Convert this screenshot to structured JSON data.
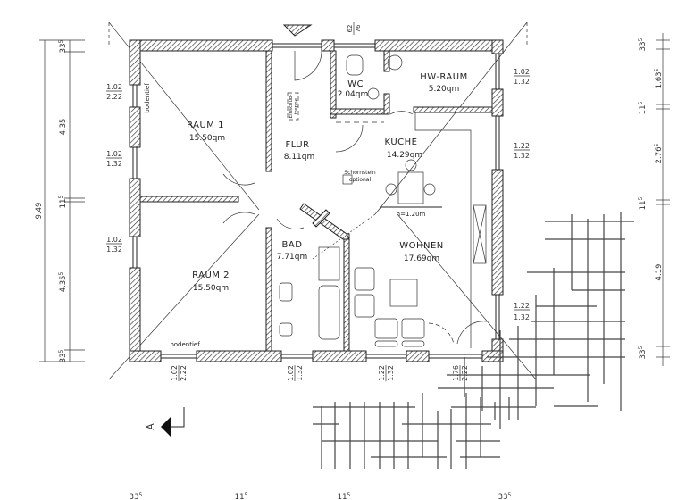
{
  "rooms": {
    "raum1": {
      "name": "RAUM 1",
      "area": "15.50qm"
    },
    "raum2": {
      "name": "RAUM 2",
      "area": "15.50qm"
    },
    "flur": {
      "name": "FLUR",
      "area": "8.11qm"
    },
    "wc": {
      "name": "WC",
      "area": "2.04qm"
    },
    "hw_raum": {
      "name": "HW-RAUM",
      "area": "5.20qm"
    },
    "kueche": {
      "name": "KÜCHE",
      "area": "14.29qm"
    },
    "bad": {
      "name": "BAD",
      "area": "7.71qm"
    },
    "wohnen": {
      "name": "WOHNEN",
      "area": "17.69qm"
    }
  },
  "annotations": {
    "bodentief_left": "bodentief",
    "bodentief_bottom": "bodentief",
    "einschub": "Einschub-",
    "treppe": "treppe",
    "schornstein": "Schornstein",
    "optional": "optional",
    "counter_height": "h=1.20m",
    "section_marker": "A"
  },
  "dimensions": {
    "left_total": "9.49",
    "left": [
      {
        "main": "33",
        "sup": "5"
      },
      {
        "main": "4.35",
        "sup": ""
      },
      {
        "main": "11",
        "sup": "5"
      },
      {
        "main": "4.35",
        "sup": "5"
      },
      {
        "main": "33",
        "sup": "5"
      }
    ],
    "right": [
      {
        "main": "33",
        "sup": "5"
      },
      {
        "main": "1.63",
        "sup": "5"
      },
      {
        "main": "11",
        "sup": "5"
      },
      {
        "main": "2.76",
        "sup": "5"
      },
      {
        "main": "11",
        "sup": "5"
      },
      {
        "main": "4.19",
        "sup": ""
      },
      {
        "main": "33",
        "sup": "5"
      }
    ],
    "bottom_edge": [
      {
        "main": "33",
        "sup": "5"
      },
      {
        "main": "11",
        "sup": "5"
      },
      {
        "main": "11",
        "sup": "5"
      },
      {
        "main": "33",
        "sup": "5"
      }
    ]
  },
  "windows": {
    "left": [
      {
        "w": "1.02",
        "h": "2.22"
      },
      {
        "w": "1.02",
        "h": "1.32"
      },
      {
        "w": "1.02",
        "h": "1.32"
      }
    ],
    "right": [
      {
        "w": "1.02",
        "h": "1.32"
      },
      {
        "w": "1.22",
        "h": "1.32"
      },
      {
        "w": "1.22",
        "h": "1.32"
      }
    ],
    "bottom": [
      {
        "w": "1.02",
        "h": "2.22"
      },
      {
        "w": "1.02",
        "h": "1.32"
      },
      {
        "w": "1.22",
        "h": "1.32"
      },
      {
        "w": "1.76",
        "h": "2.22"
      }
    ],
    "top": [
      {
        "w": "62",
        "h": "76"
      }
    ]
  }
}
